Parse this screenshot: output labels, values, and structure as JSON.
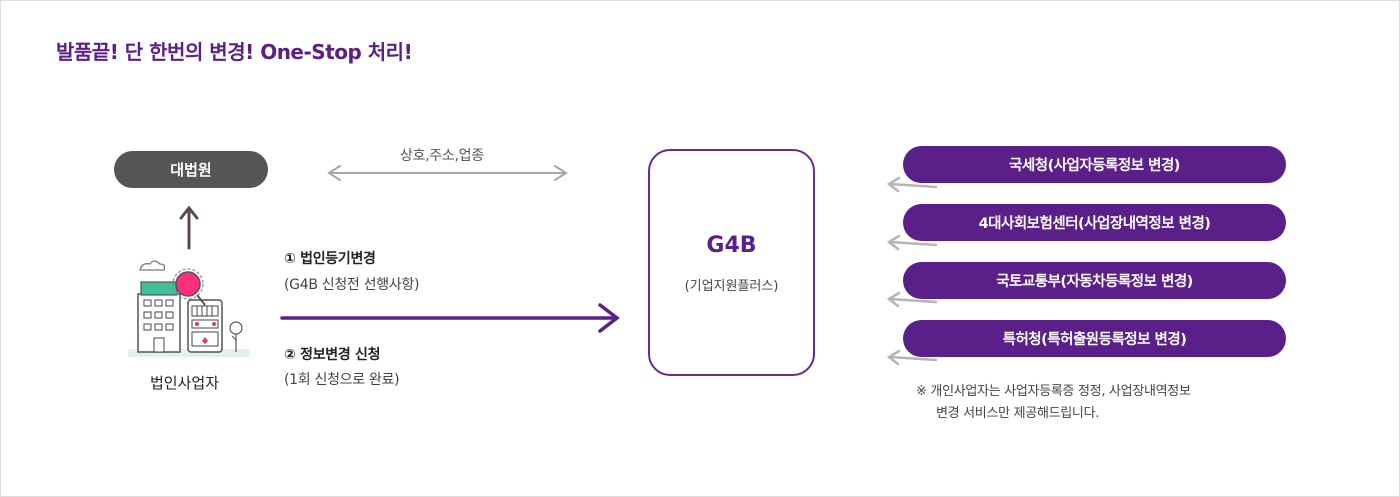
{
  "title": "발품끝! 단 한번의 변경! One-Stop 처리!",
  "court": {
    "label": "대법원"
  },
  "court_arrow_label": "상호,주소,업종",
  "corporation": {
    "label": "법인사업자"
  },
  "steps": [
    {
      "title": "① 법인등기변경",
      "sub": "(G4B 신청전 선행사항)"
    },
    {
      "title": "② 정보변경 신청",
      "sub": "(1회 신청으로 완료)"
    }
  ],
  "g4b": {
    "title": "G4B",
    "sub": "(기업지원플러스)"
  },
  "agencies": [
    {
      "label": "국세청(사업자등록정보 변경)"
    },
    {
      "label": "4대사회보험센터(사업장내역정보 변경)"
    },
    {
      "label": "국토교통부(자동차등록정보 변경)"
    },
    {
      "label": "특허청(특허출원등록정보 변경)"
    }
  ],
  "note": {
    "line1": "※ 개인사업자는 사업자등록증 정정, 사업장내역정보",
    "line2": "변경 서비스만 제공해드립니다."
  },
  "colors": {
    "purple": "#5b1f8a",
    "dark_pill": "#555555",
    "arrow_gray": "#a7a7a7"
  }
}
